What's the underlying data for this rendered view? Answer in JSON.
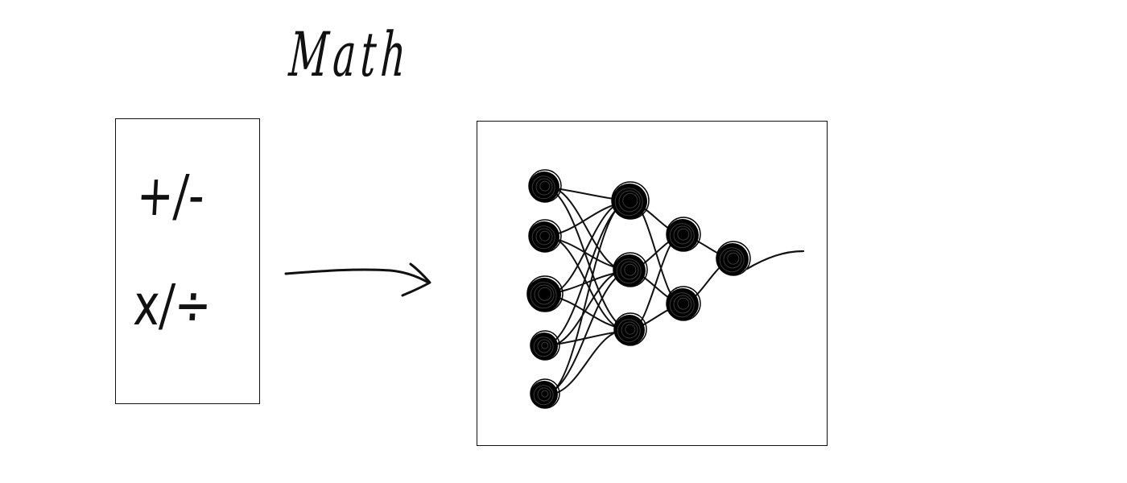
{
  "title": "Math",
  "operations": {
    "add_subtract": "+/-",
    "multiply_divide": "x/÷"
  },
  "network": {
    "layers": [
      5,
      3,
      2,
      1
    ],
    "node_color": "#000000",
    "line_color": "#111111"
  }
}
